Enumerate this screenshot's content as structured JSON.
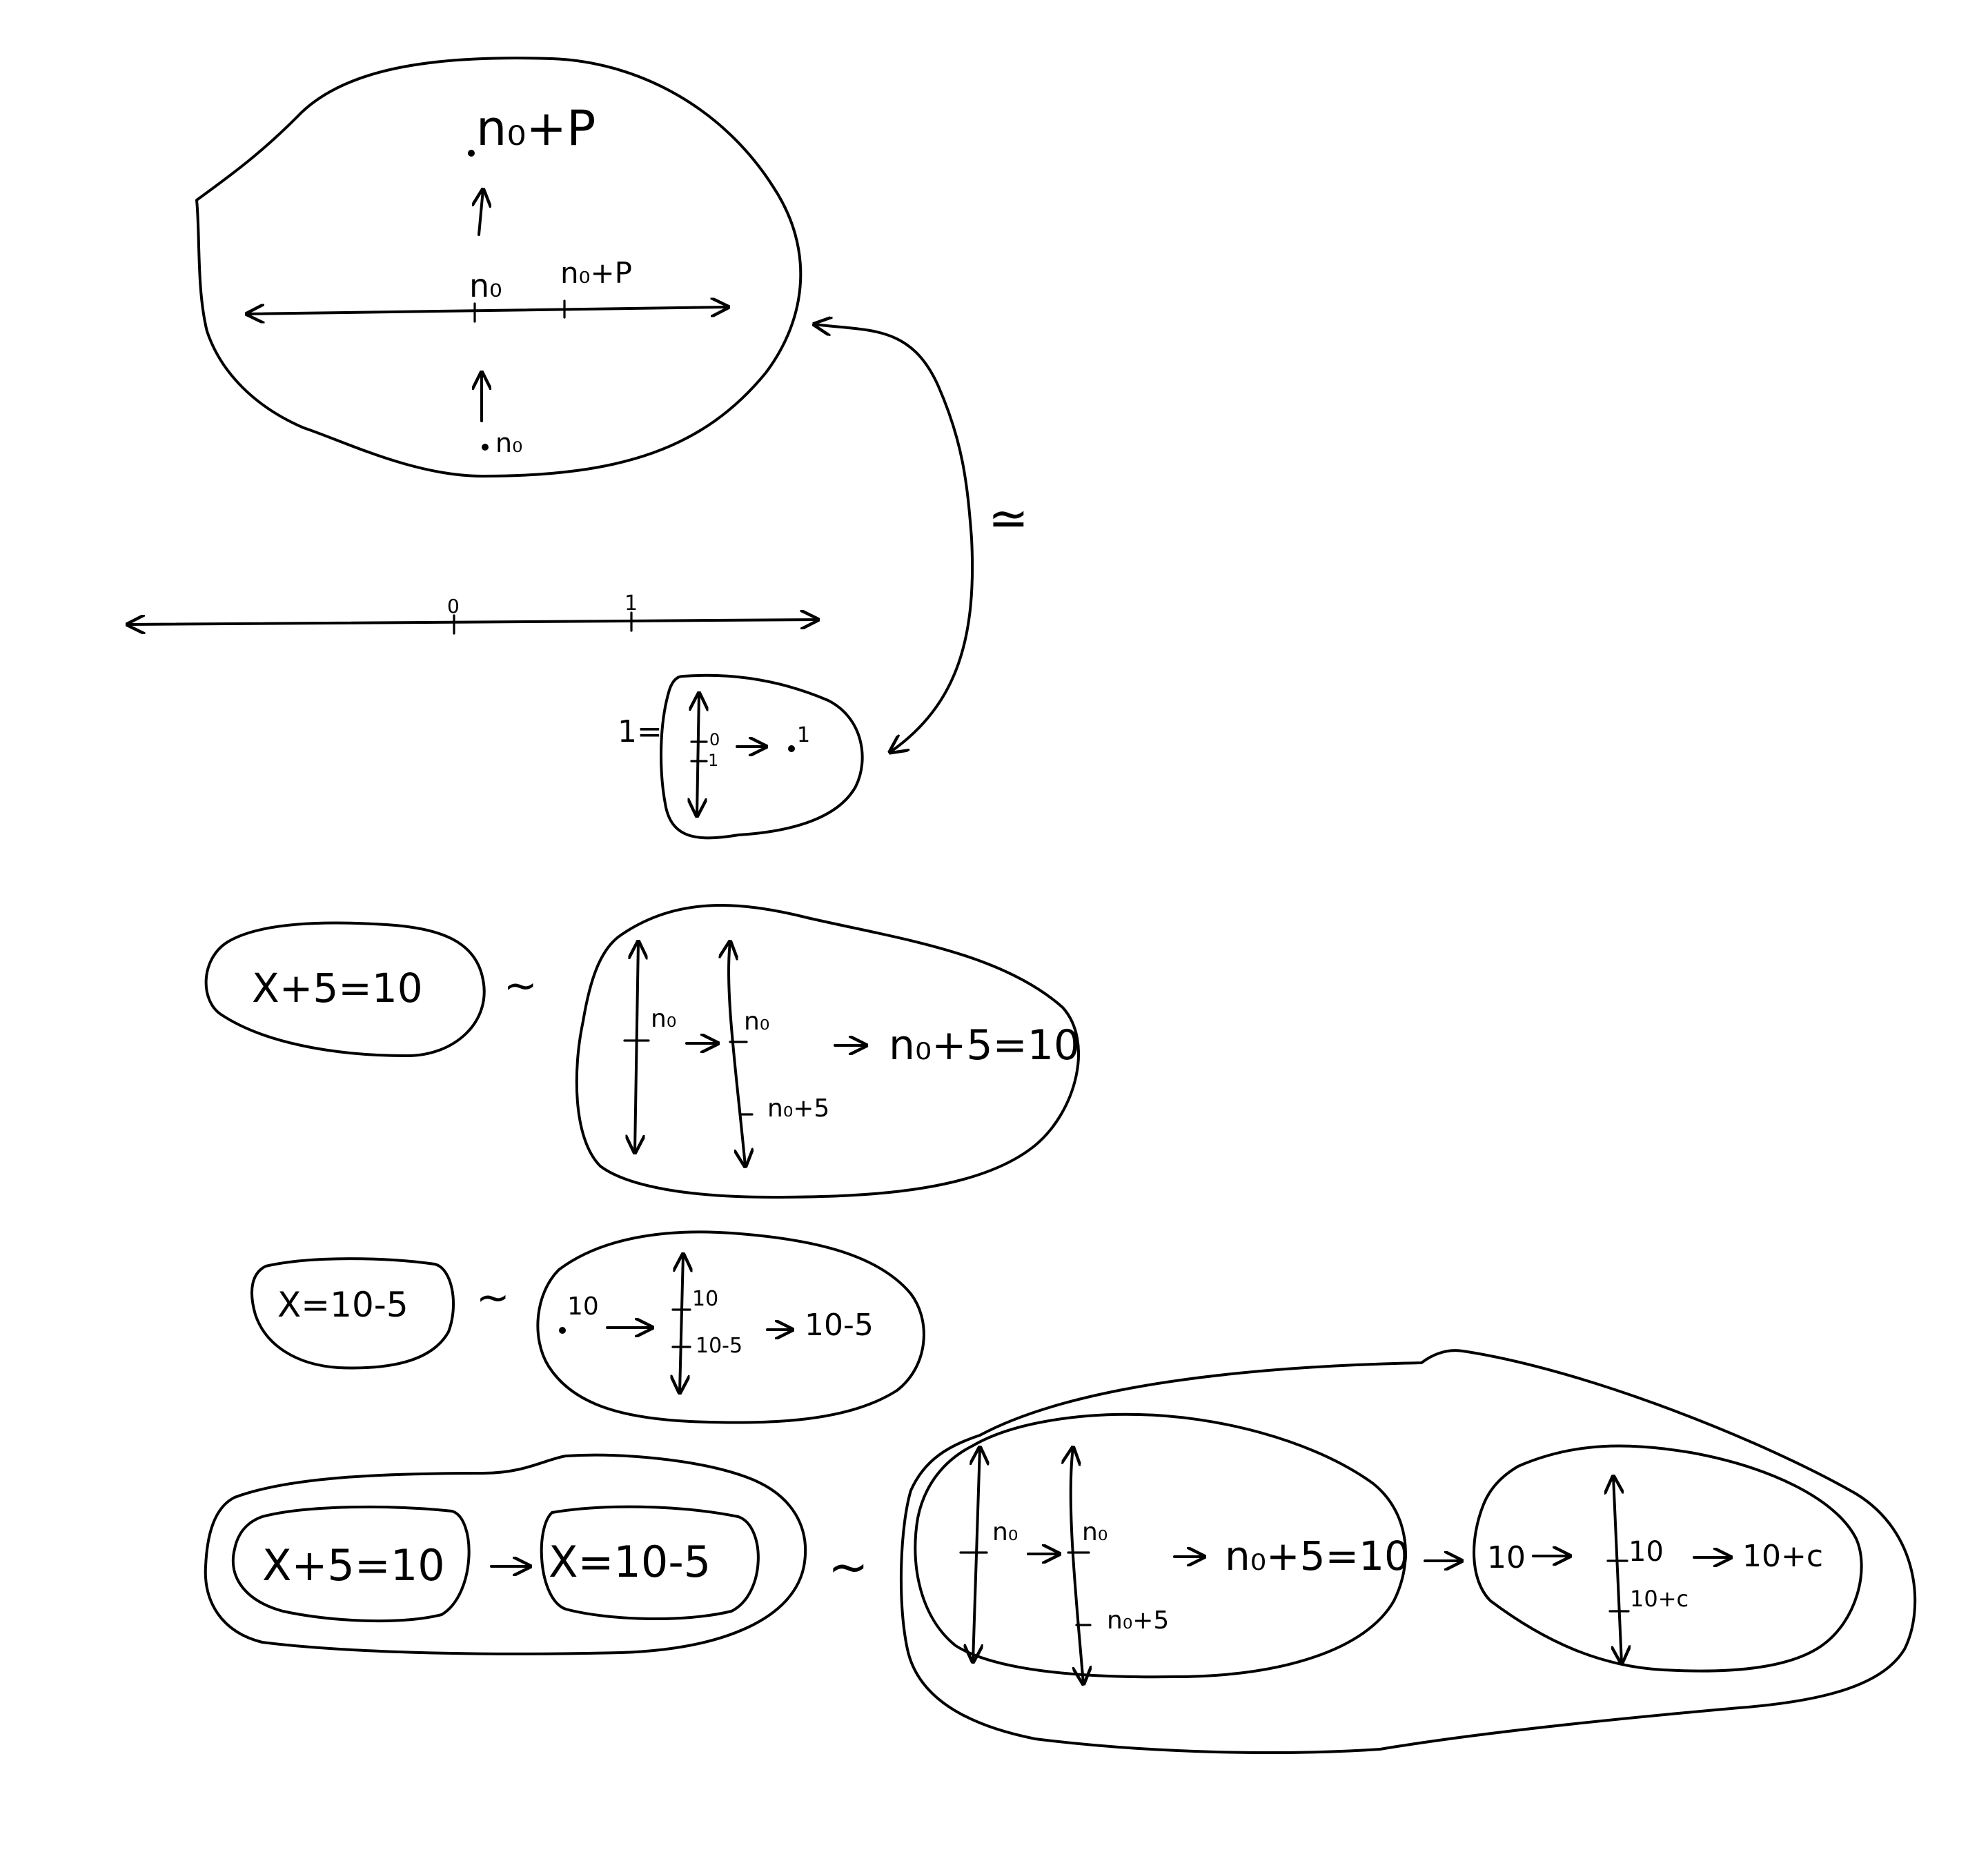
{
  "panel1": {
    "top_label": "n₀+P",
    "left_tick_label": "n₀",
    "right_tick_label": "n₀+P",
    "bottom_label": "n₀"
  },
  "number_line": {
    "tick0": "0",
    "tick1": "1"
  },
  "panel2": {
    "prefix": "1=",
    "tick0": "0",
    "tick1": "1",
    "result": "1"
  },
  "relation_symbol": "≃",
  "row1": {
    "equation": "X+5=10",
    "tilde": "~",
    "line1_label": "n₀",
    "line2_label_top": "n₀",
    "line2_label_bottom": "n₀+5",
    "result": "n₀+5=10"
  },
  "row2": {
    "equation": "X=10-5",
    "tilde": "~",
    "start": "10",
    "tick_top": "10",
    "tick_bottom": "10-5",
    "result": "10-5"
  },
  "row3": {
    "eq_left": "X+5=10",
    "eq_right": "X=10-5",
    "tilde": "~",
    "line1_label": "n₀",
    "line2_label_top": "n₀",
    "line2_label_bottom": "n₀+5",
    "mid_result": "n₀+5=10",
    "inner_start": "10",
    "inner_tick_top": "10",
    "inner_tick_bottom": "10+c",
    "inner_result": "10+c"
  }
}
